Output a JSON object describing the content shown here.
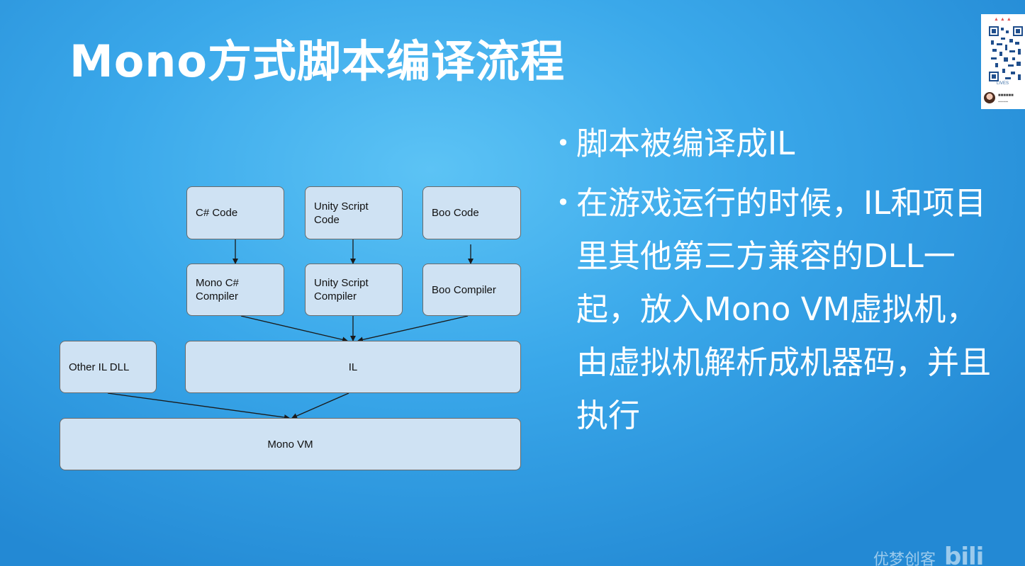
{
  "slide": {
    "title": "Mono方式脚本编译流程",
    "bullets": [
      "脚本被编译成IL",
      "在游戏运行的时候，IL和项目里其他第三方兼容的DLL一起，放入Mono VM虚拟机，由虚拟机解析成机器码，并且执行"
    ],
    "bullet_symbol": "•"
  },
  "diagram": {
    "nodes": {
      "csharp_code": "C# Code",
      "unity_script_code": "Unity Script\nCode",
      "boo_code": "Boo Code",
      "mono_csharp_compiler": "Mono C#\nCompiler",
      "unity_script_compiler": "Unity Script\nCompiler",
      "boo_compiler": "Boo Compiler",
      "other_il_dll": "Other IL DLL",
      "il": "IL",
      "mono_vm": "Mono VM"
    },
    "edges": [
      [
        "csharp_code",
        "mono_csharp_compiler"
      ],
      [
        "unity_script_code",
        "unity_script_compiler"
      ],
      [
        "boo_code",
        "boo_compiler"
      ],
      [
        "mono_csharp_compiler",
        "il"
      ],
      [
        "unity_script_compiler",
        "il"
      ],
      [
        "boo_compiler",
        "il"
      ],
      [
        "other_il_dll",
        "mono_vm"
      ],
      [
        "il",
        "mono_vm"
      ]
    ]
  },
  "overlay": {
    "qr_label": "LIVES",
    "watermark_text": "优梦创客",
    "watermark_logo": "bili"
  },
  "colors": {
    "background": "#3aa8ea",
    "box_fill": "#cfe2f3",
    "box_border": "#6a6a6a",
    "text": "#ffffff"
  }
}
